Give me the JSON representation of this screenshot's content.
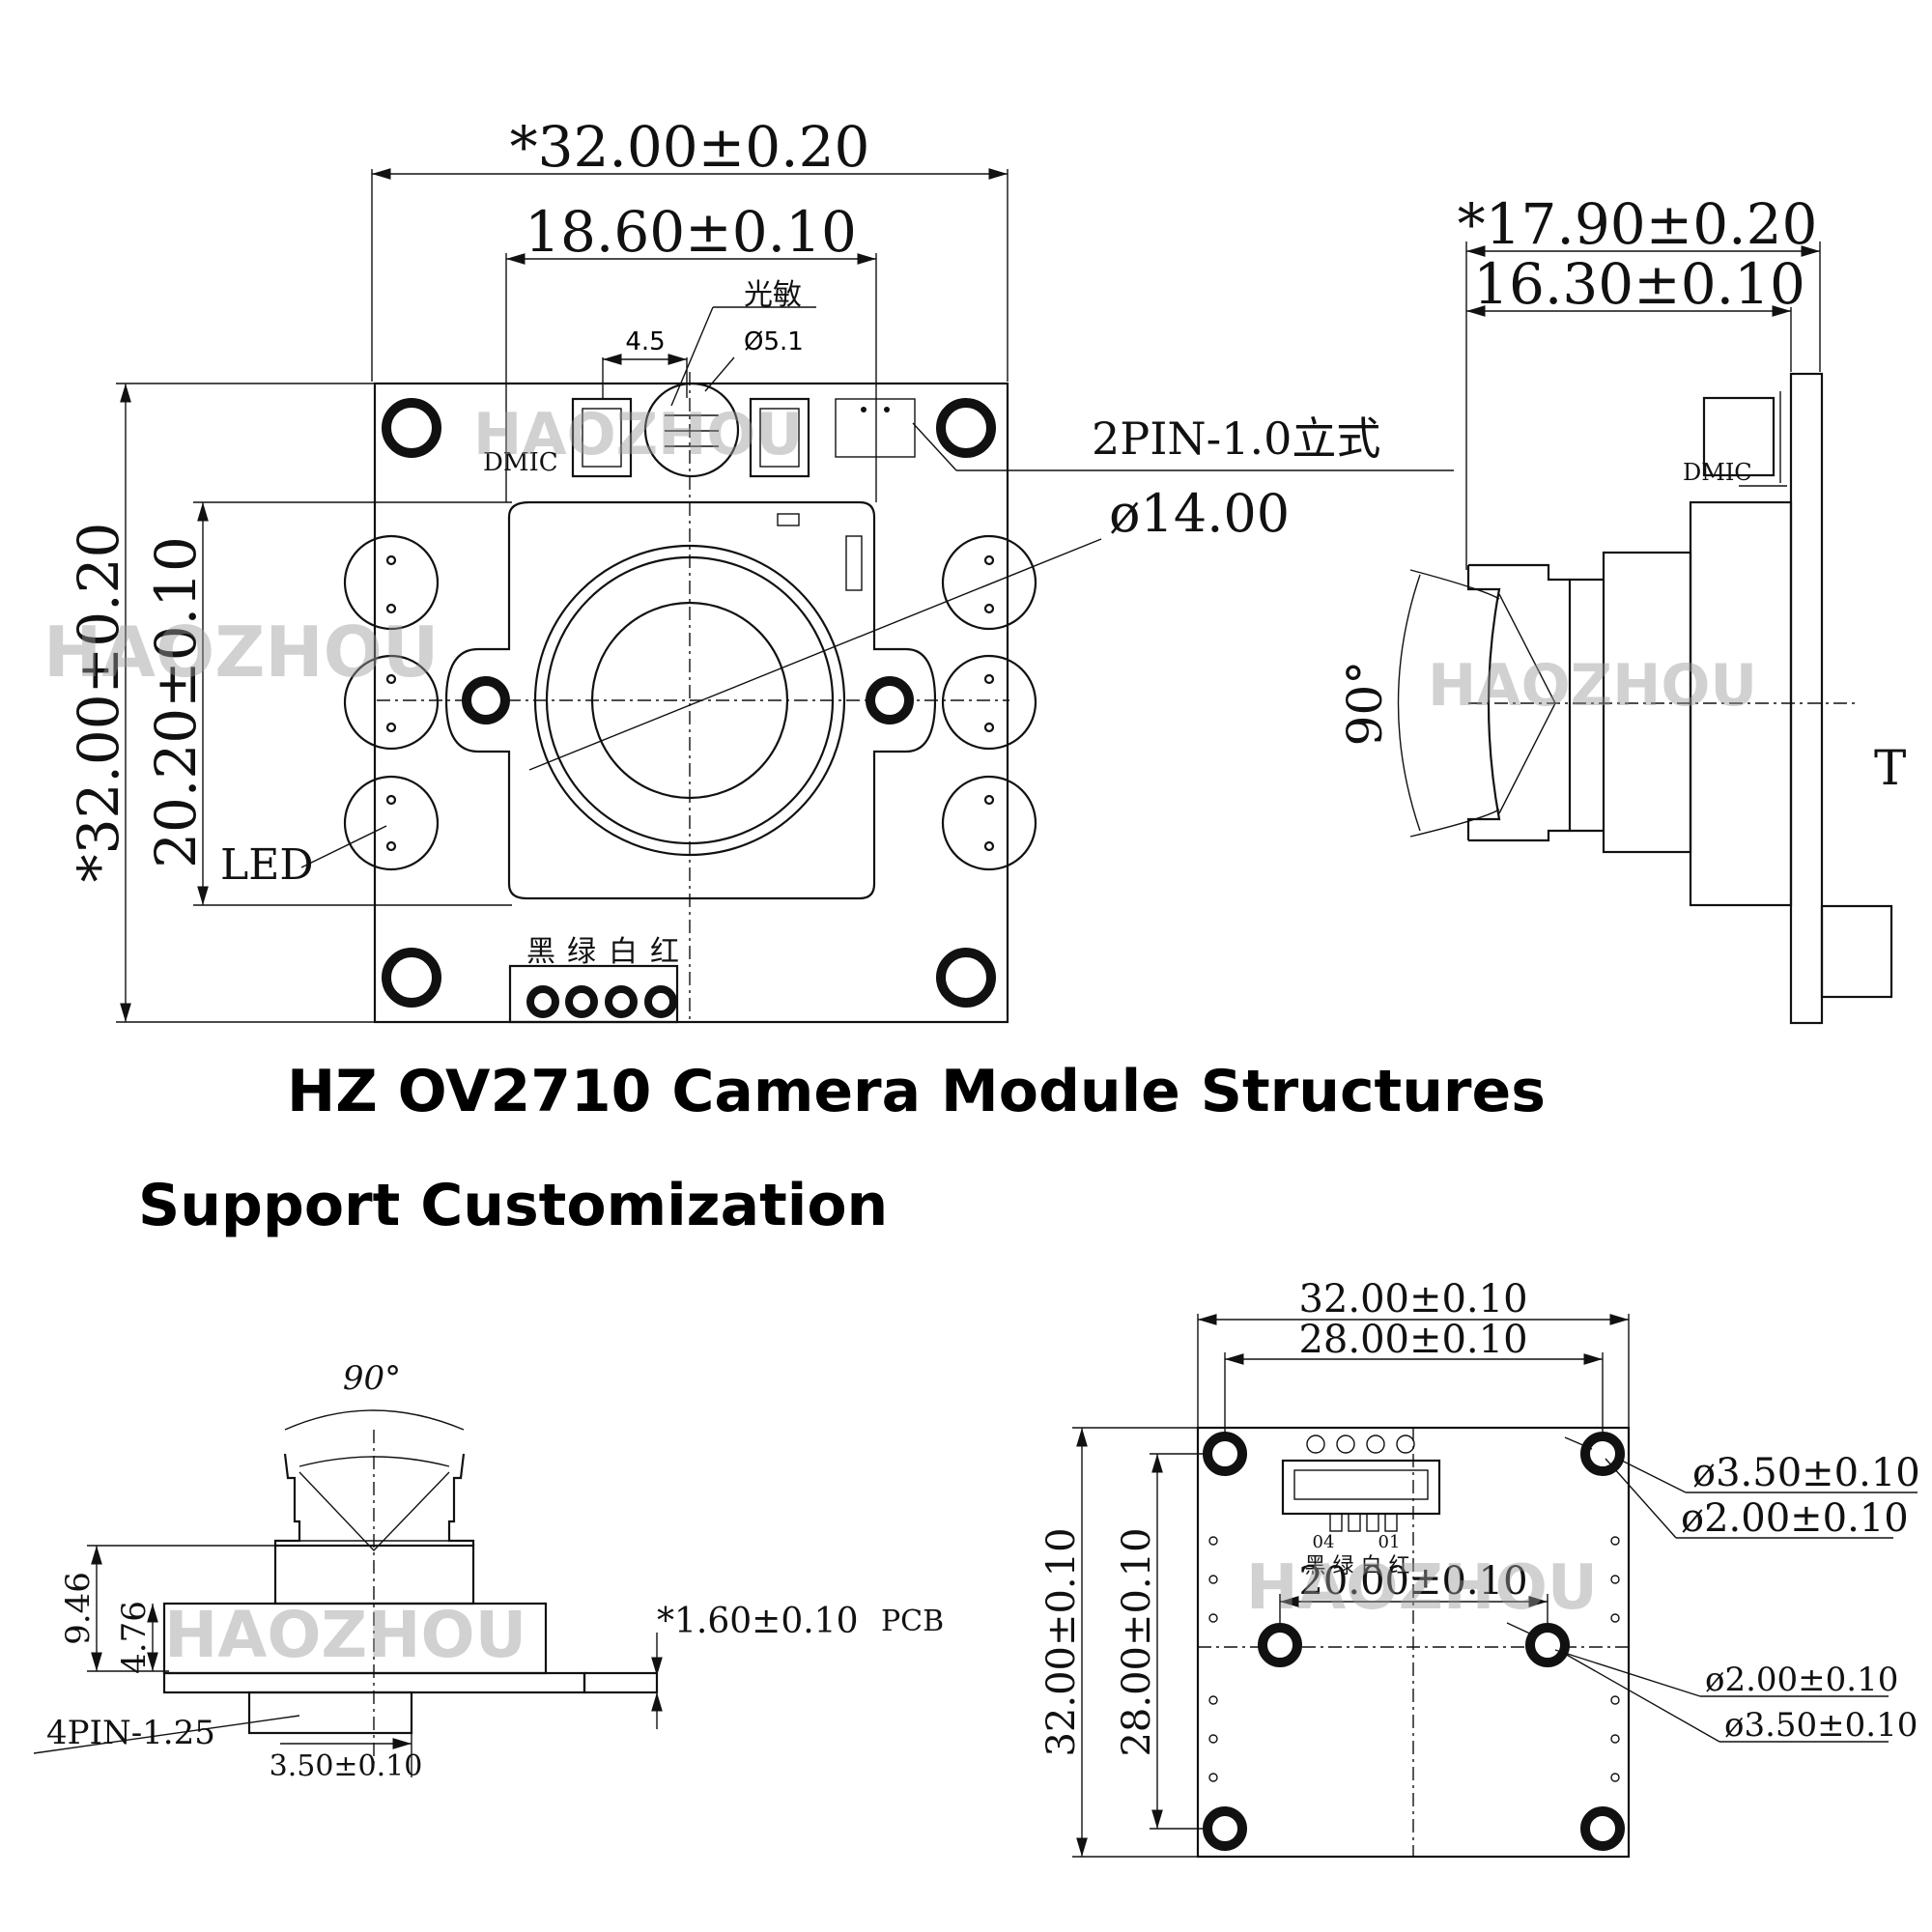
{
  "title": "HZ OV2710 Camera Module Structures",
  "subtitle": "Support Customization",
  "watermark": "HAOZHOU",
  "front_view": {
    "width_overall": "*32.00±0.20",
    "width_inner": "18.60±0.10",
    "height_overall": "*32.00±0.20",
    "height_inner": "20.20±0.10",
    "photosensitive_label": "光敏",
    "sensor_width": "4.5",
    "photosensitive_dia": "Ø5.1",
    "connector_label": "2PIN-1.0立式",
    "lens_dia": "ø14.00",
    "mic_label": "DMIC",
    "led_label": "LED",
    "wire_colors": [
      "黑",
      "绿",
      "白",
      "红"
    ]
  },
  "side_view": {
    "depth_overall": "*17.90±0.20",
    "depth_inner": "16.30±0.10",
    "mic_label": "DMIC",
    "fov": "90°",
    "edge_mark": "T"
  },
  "bottom_left_view": {
    "fov": "90°",
    "height_overall": "9.46",
    "height_inner": "4.76",
    "pcb_thickness": "*1.60±0.10",
    "pcb_label": "PCB",
    "connector_label": "4PIN-1.25",
    "connector_offset": "3.50±0.10"
  },
  "bottom_right_view": {
    "width_overall": "32.00±0.10",
    "width_holes": "28.00±0.10",
    "height_overall": "32.00±0.10",
    "height_holes": "28.00±0.10",
    "center_holes": "20.00±0.10",
    "hole_outer_top": "ø3.50±0.10",
    "hole_inner_top": "ø2.00±0.10",
    "hole_inner_mid": "ø2.00±0.10",
    "hole_outer_mid": "ø3.50±0.10",
    "pin_04": "04",
    "pin_01": "01",
    "wire_colors": "黑 绿 白 红"
  }
}
